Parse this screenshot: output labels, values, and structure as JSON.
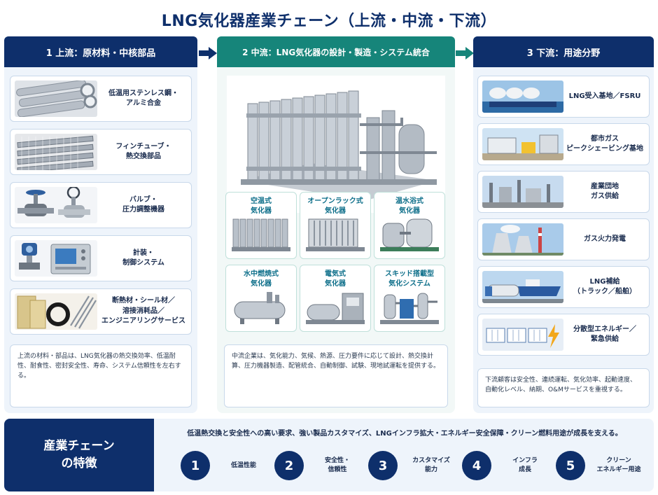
{
  "title": "LNG気化器産業チェーン（上流・中流・下流）",
  "upstream": {
    "header": "1  上流：原材料・中核部品",
    "items": [
      {
        "label": "低温用ステンレス鋼・\nアルミ合金",
        "icon": "steel-pipes-icon"
      },
      {
        "label": "フィンチューブ・\n熱交換部品",
        "icon": "fin-tube-icon"
      },
      {
        "label": "バルブ・\n圧力調整機器",
        "icon": "valve-icon"
      },
      {
        "label": "計装・\n制御システム",
        "icon": "instrument-icon"
      },
      {
        "label": "断熱材・シール材／\n溶接消耗品／\nエンジニアリングサービス",
        "icon": "insulation-icon"
      }
    ],
    "note": "上流の材料・部品は、LNG気化器の熱交換効率、低温耐性、耐食性、密封安全性、寿命、システム信頼性を左右する。"
  },
  "midstream": {
    "header": "2  中流：LNG気化器の設計・製造・システム統合",
    "types": [
      {
        "label": "空温式\n気化器",
        "icon": "ambient-vaporizer-icon"
      },
      {
        "label": "オープンラック式\n気化器",
        "icon": "open-rack-vaporizer-icon"
      },
      {
        "label": "温水浴式\n気化器",
        "icon": "water-bath-vaporizer-icon"
      },
      {
        "label": "水中燃焼式\n気化器",
        "icon": "submerged-combustion-vaporizer-icon"
      },
      {
        "label": "電気式\n気化器",
        "icon": "electric-vaporizer-icon"
      },
      {
        "label": "スキッド搭載型\n気化システム",
        "icon": "skid-system-icon"
      }
    ],
    "note": "中流企業は、気化能力、気候、熱源、圧力要件に応じて設計、熱交換計算、圧力機器製造、配管統合、自動制御、試験、現地試運転を提供する。"
  },
  "downstream": {
    "header": "3  下流：用途分野",
    "items": [
      {
        "label": "LNG受入基地／FSRU",
        "icon": "lng-terminal-icon"
      },
      {
        "label": "都市ガス\nピークシェービング基地",
        "icon": "city-gas-icon"
      },
      {
        "label": "産業団地\nガス供給",
        "icon": "industrial-park-icon"
      },
      {
        "label": "ガス火力発電",
        "icon": "power-plant-icon"
      },
      {
        "label": "LNG補給\n（トラック／船舶）",
        "icon": "truck-ship-icon"
      },
      {
        "label": "分散型エネルギー／\n緊急供給",
        "icon": "distributed-energy-icon"
      }
    ],
    "note": "下流顧客は安全性、連続運転、気化効率、起動速度、自動化レベル、納期、O&Mサービスを重視する。"
  },
  "features": {
    "title": "産業チェーン\nの特徴",
    "summary": "低温熱交換と安全性への高い要求、強い製品カスタマイズ、LNGインフラ拡大・エネルギー安全保障・クリーン燃料用途が成長を支える。",
    "items": [
      {
        "num": "1",
        "label": "低温性能"
      },
      {
        "num": "2",
        "label": "安全性・\n信頼性"
      },
      {
        "num": "3",
        "label": "カスタマイズ\n能力"
      },
      {
        "num": "4",
        "label": "インフラ\n成長"
      },
      {
        "num": "5",
        "label": "クリーン\nエネルギー用途"
      }
    ]
  },
  "colors": {
    "navy": "#0e2f6b",
    "teal": "#16857a",
    "panel": "#eef4fb"
  }
}
